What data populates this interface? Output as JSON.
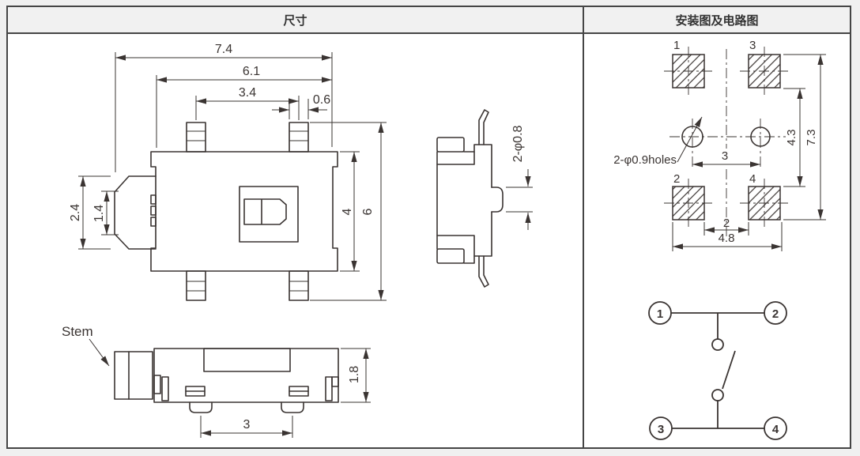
{
  "colors": {
    "page_bg": "#f0f0f0",
    "panel_bg": "#ffffff",
    "header_bg": "#f1f1f1",
    "border": "#454545",
    "line": "#3a3432"
  },
  "headers": {
    "dimensions": "尺寸",
    "installation": "安装图及电路图"
  },
  "dims": {
    "overall_width": "7.4",
    "body_width": "6.1",
    "tab_spacing": "3.4",
    "tab_width": "0.6",
    "stem_width": "2.4",
    "stem_flat": "1.4",
    "body_depth": "4",
    "overall_depth": "6",
    "side_holes": "2-φ0.8",
    "stem_label": "Stem",
    "height": "1.8",
    "foot_spacing": "3"
  },
  "install": {
    "pad_top_left": "1",
    "pad_top_right": "3",
    "pad_bottom_left": "2",
    "pad_bottom_right": "4",
    "holes_label": "2-φ0.9holes",
    "hole_spacing": "3",
    "pad_gap_vertical": "4.3",
    "overall_vertical": "7.3",
    "pad_gap_horizontal": "2",
    "overall_horizontal": "4.8"
  },
  "circuit": {
    "terminal_1": "1",
    "terminal_2": "2",
    "terminal_3": "3",
    "terminal_4": "4"
  }
}
